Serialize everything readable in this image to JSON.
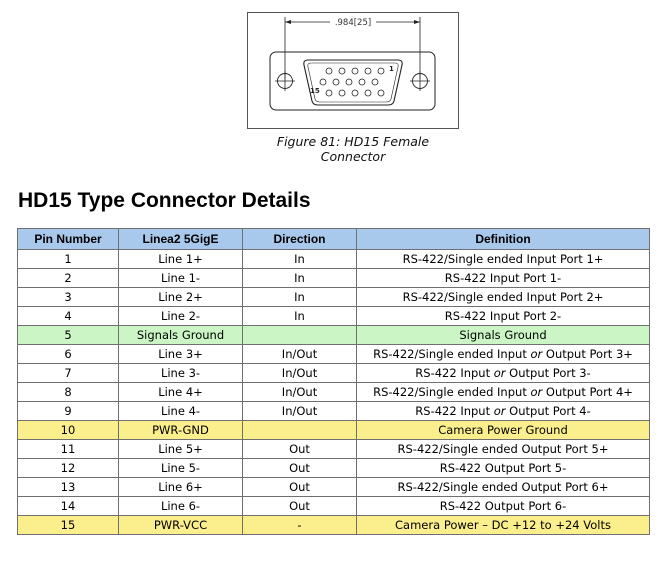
{
  "figure": {
    "dimension_label": ".984[25]",
    "pin_label_1": "1",
    "pin_label_15": "15",
    "caption": "Figure 81: HD15 Female Connector"
  },
  "heading": "HD15 Type Connector Details",
  "table": {
    "headers": [
      "Pin Number",
      "Linea2 5GigE",
      "Direction",
      "Definition"
    ],
    "rows": [
      {
        "pin": "1",
        "signal": "Line 1+",
        "direction": "In",
        "definition": "RS-422/Single ended Input Port 1+",
        "highlight": ""
      },
      {
        "pin": "2",
        "signal": "Line 1-",
        "direction": "In",
        "definition": "RS-422 Input Port 1-",
        "highlight": ""
      },
      {
        "pin": "3",
        "signal": "Line 2+",
        "direction": "In",
        "definition": "RS-422/Single ended Input Port 2+",
        "highlight": ""
      },
      {
        "pin": "4",
        "signal": "Line 2-",
        "direction": "In",
        "definition": "RS-422 Input Port 2-",
        "highlight": ""
      },
      {
        "pin": "5",
        "signal": "Signals Ground",
        "direction": "",
        "definition": "Signals Ground",
        "highlight": "green"
      },
      {
        "pin": "6",
        "signal": "Line 3+",
        "direction": "In/Out",
        "def_pre": "RS-422/Single ended Input ",
        "def_em": "or",
        "def_post": " Output Port 3+",
        "highlight": ""
      },
      {
        "pin": "7",
        "signal": "Line 3-",
        "direction": "In/Out",
        "def_pre": "RS-422 Input ",
        "def_em": "or",
        "def_post": " Output Port 3-",
        "highlight": ""
      },
      {
        "pin": "8",
        "signal": "Line 4+",
        "direction": "In/Out",
        "def_pre": "RS-422/Single ended Input ",
        "def_em": "or",
        "def_post": " Output Port 4+",
        "highlight": ""
      },
      {
        "pin": "9",
        "signal": "Line 4-",
        "direction": "In/Out",
        "def_pre": "RS-422 Input ",
        "def_em": "or",
        "def_post": " Output Port 4-",
        "highlight": ""
      },
      {
        "pin": "10",
        "signal": "PWR-GND",
        "direction": "",
        "definition": "Camera Power Ground",
        "highlight": "yellow"
      },
      {
        "pin": "11",
        "signal": "Line 5+",
        "direction": "Out",
        "definition": "RS-422/Single ended Output Port 5+",
        "highlight": ""
      },
      {
        "pin": "12",
        "signal": "Line 5-",
        "direction": "Out",
        "definition": "RS-422 Output Port 5-",
        "highlight": ""
      },
      {
        "pin": "13",
        "signal": "Line 6+",
        "direction": "Out",
        "definition": "RS-422/Single ended Output Port 6+",
        "highlight": ""
      },
      {
        "pin": "14",
        "signal": "Line 6-",
        "direction": "Out",
        "definition": "RS-422 Output Port 6-",
        "highlight": ""
      },
      {
        "pin": "15",
        "signal": "PWR-VCC",
        "direction": "-",
        "definition": "Camera Power – DC +12 to +24 Volts",
        "highlight": "yellow"
      }
    ]
  },
  "colors": {
    "header_bg": "#a8c8ec",
    "ground_row_bg": "#ccf5c6",
    "power_row_bg": "#fbee8c"
  }
}
